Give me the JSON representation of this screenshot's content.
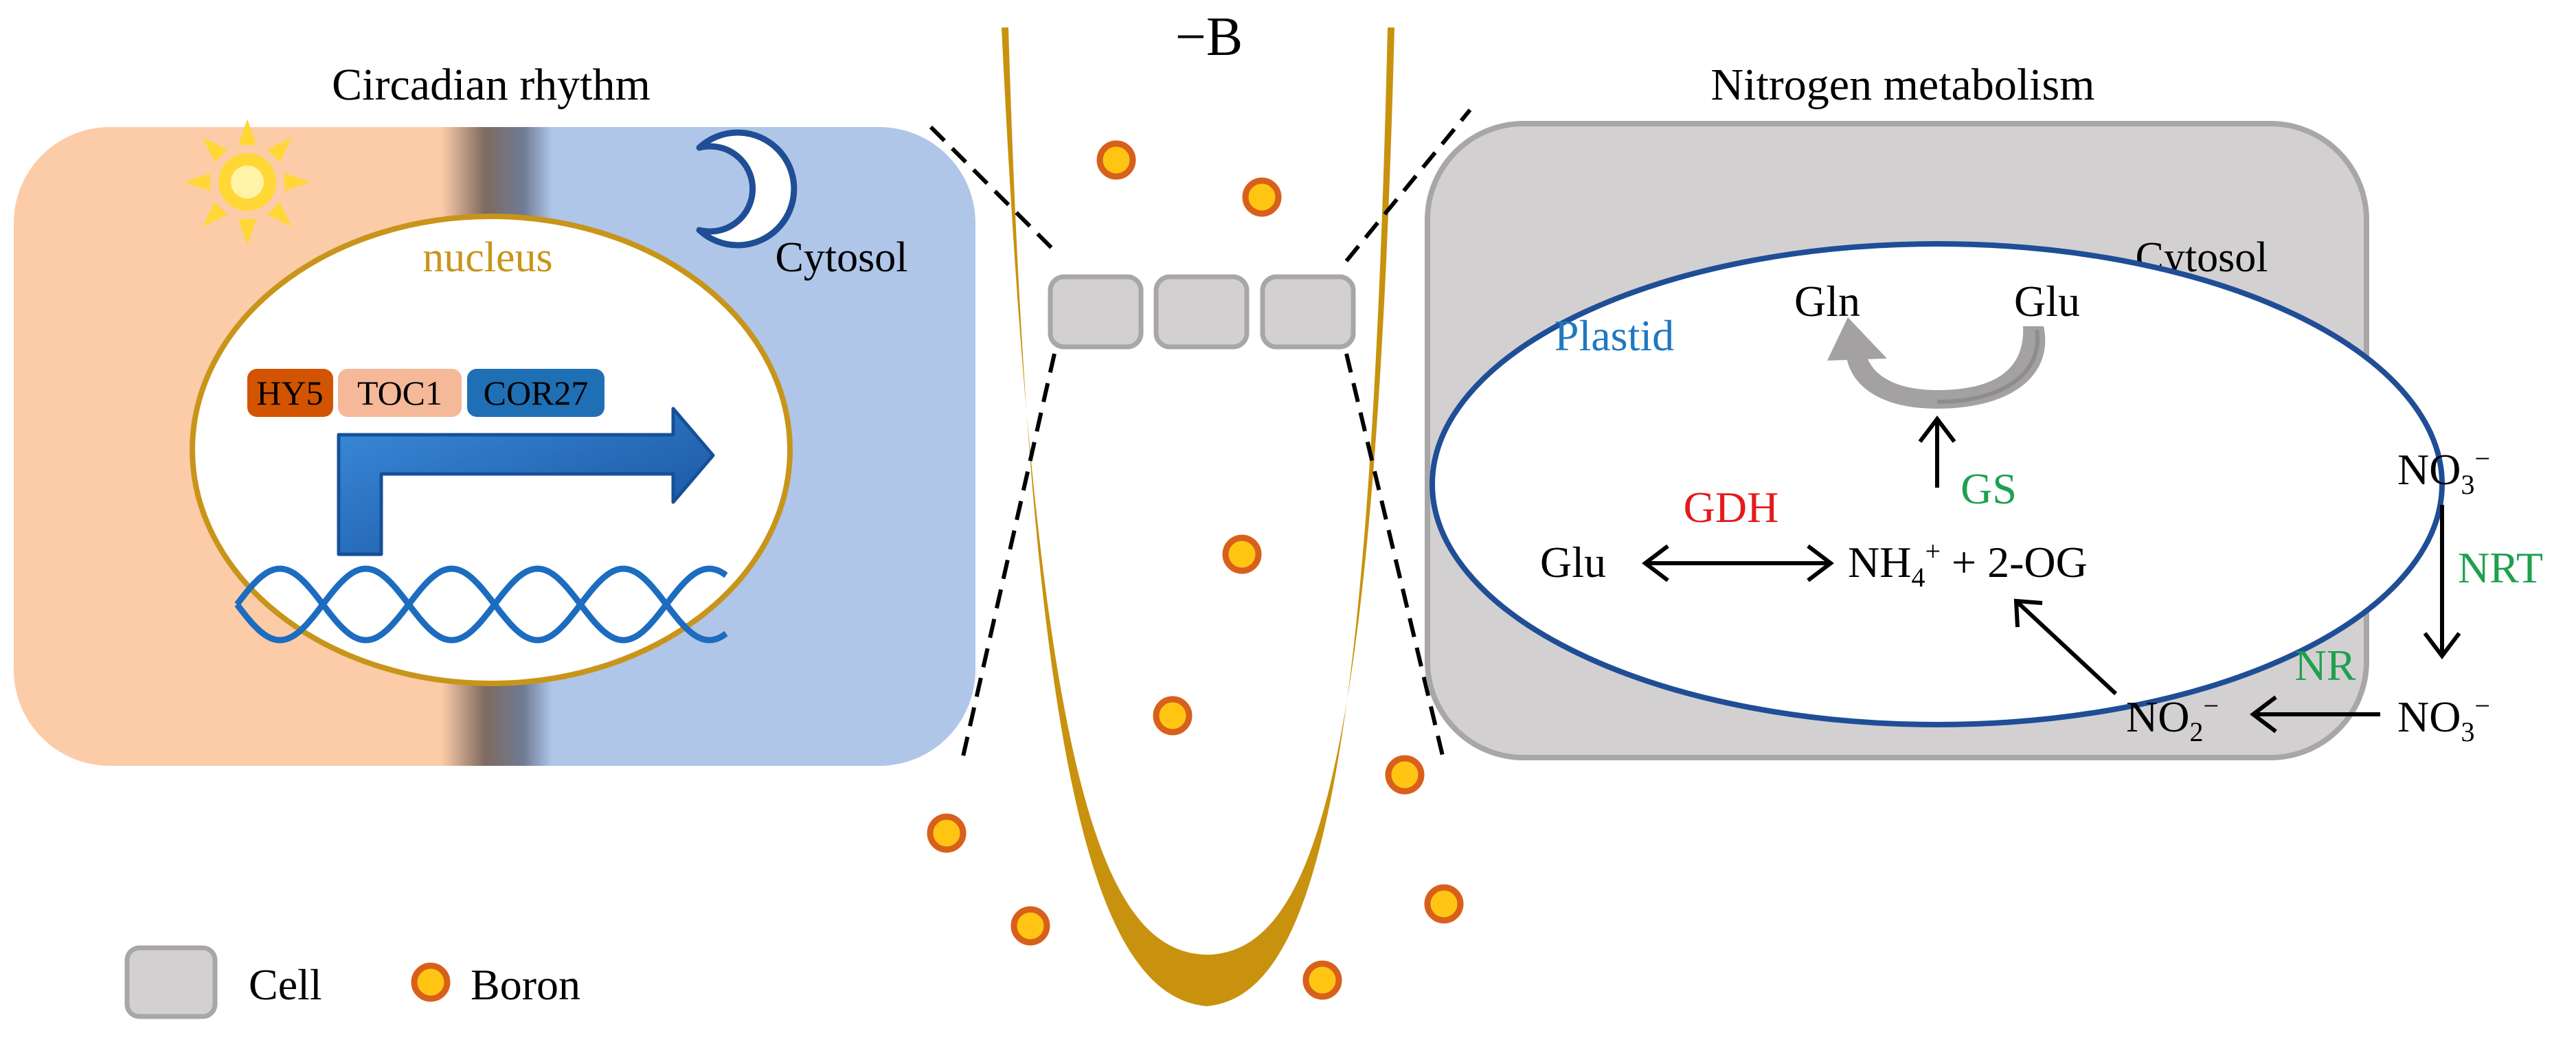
{
  "top_label": "−B",
  "left_panel": {
    "title": "Circadian rhythm",
    "nucleus_label": "nucleus",
    "cytosol_label": "Cytosol",
    "genes": [
      {
        "label": "HY5",
        "color": "#D35400"
      },
      {
        "label": "TOC1",
        "color": "#F5B899"
      },
      {
        "label": "COR27",
        "color": "#1F6FB5"
      }
    ],
    "icons": [
      "sun-icon",
      "moon-icon",
      "transcription-arrow-icon",
      "dna-helix-icon"
    ]
  },
  "right_panel": {
    "title": "Nitrogen metabolism",
    "cytosol_label": "Cytosol",
    "plastid_label": "Plastid",
    "gln": "Gln",
    "glu_top": "Glu",
    "gs": "GS",
    "gdh": "GDH",
    "glu_left": "Glu",
    "nh4_main": "NH",
    "nh4_sub": "4",
    "nh4_sup": "+",
    "og": " + 2-OG",
    "no3_top_main": "NO",
    "no3_top_sub": "3",
    "no3_top_sup": "−",
    "nrt": "NRT",
    "nr": "NR",
    "no2_main": "NO",
    "no2_sub": "2",
    "no2_sup": "−",
    "no3_bottom_main": "NO",
    "no3_bottom_sub": "3",
    "no3_bottom_sup": "−"
  },
  "legend": {
    "cell_label": "Cell",
    "boron_label": "Boron"
  },
  "colors": {
    "day": "#FCCBA8",
    "night": "#AFC6E8",
    "nucleus_border": "#C8951A",
    "root": "#C8920E",
    "cell_fill": "#D3D0D1",
    "cell_border": "#A9A6A7",
    "plastid_border": "#1F4E96",
    "plastid_label": "#1F78C1",
    "green": "#1FA04F",
    "red": "#E41A1C",
    "boron_fill": "#FFC512",
    "boron_border": "#D8601B",
    "sun": "#FFD836",
    "arrow_blue": "#1C6CC0"
  }
}
